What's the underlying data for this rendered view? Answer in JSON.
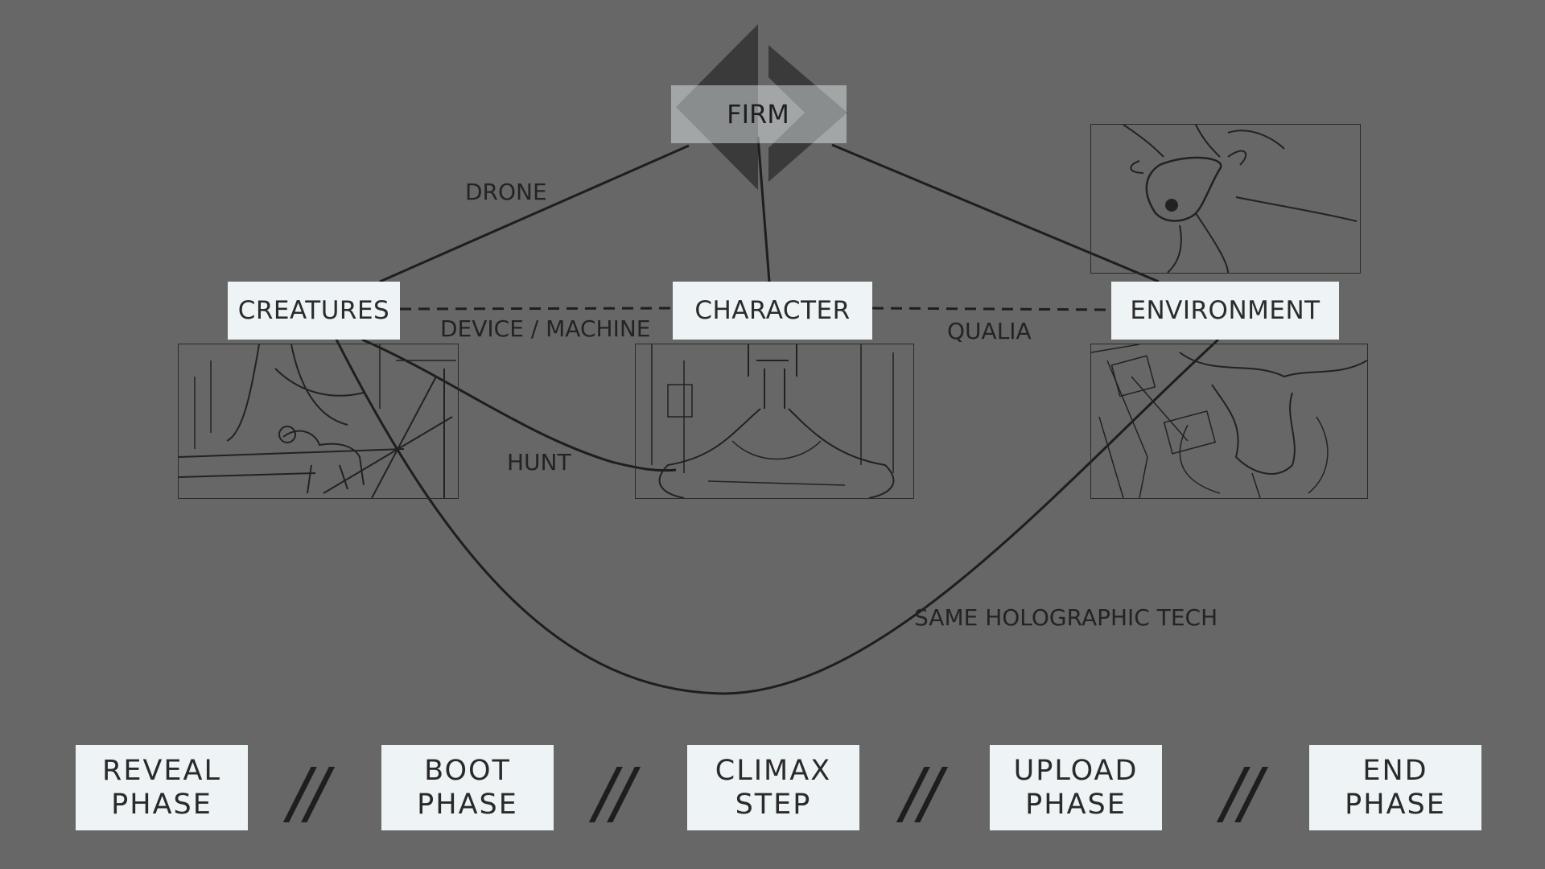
{
  "firm": {
    "label": "FIRM",
    "icon": "firm-logo-icon"
  },
  "nodes": {
    "creatures": "CREATURES",
    "character": "CHARACTER",
    "environment": "ENVIRONMENT"
  },
  "edge_labels": {
    "drone": "DRONE",
    "device_machine": "DEVICE / MACHINE",
    "qualia": "QUALIA",
    "hunt": "HUNT",
    "holographic": "SAME HOLOGRAPHIC TECH"
  },
  "sketches": [
    {
      "name": "creatures-sketch",
      "icon": "creature-sketch-icon"
    },
    {
      "name": "character-sketch",
      "icon": "character-sketch-icon"
    },
    {
      "name": "environment-sketch",
      "icon": "environment-sketch-icon"
    },
    {
      "name": "deer-sketch",
      "icon": "deer-sketch-icon"
    }
  ],
  "phases": [
    {
      "line1": "REVEAL",
      "line2": "PHASE"
    },
    {
      "line1": "BOOT",
      "line2": "PHASE"
    },
    {
      "line1": "CLIMAX",
      "line2": "STEP"
    },
    {
      "line1": "UPLOAD",
      "line2": "PHASE"
    },
    {
      "line1": "END",
      "line2": "PHASE"
    }
  ],
  "separator": "//",
  "colors": {
    "background": "#676767",
    "box": "#eef3f5",
    "line": "#1e1e1e",
    "logo_dark": "#3a3a3a"
  }
}
